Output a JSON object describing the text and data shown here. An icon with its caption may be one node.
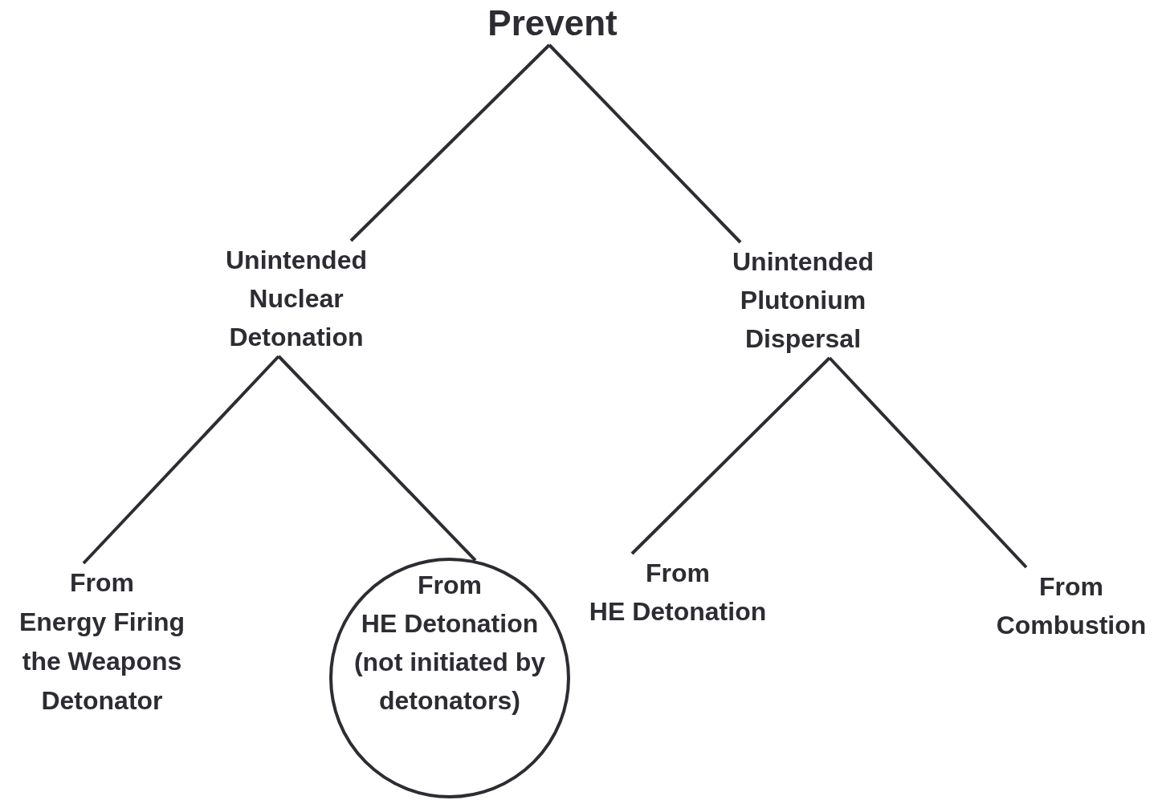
{
  "diagram": {
    "nodes": [
      {
        "text": [
          "Prevent"
        ]
      },
      {
        "text": [
          "Unintended Nuclear Detonation"
        ]
      },
      {
        "text": [
          "Unintended Plutonium Dispersal"
        ]
      },
      {
        "text": [
          "From",
          "Energy Firing the Weapons Detonator"
        ]
      },
      {
        "text": [
          "From",
          "HE Detonation (not initiated by detonators)"
        ]
      },
      {
        "text": [
          "From",
          "HE Detonation"
        ]
      },
      {
        "text": [
          "From",
          "Combustion"
        ]
      }
    ],
    "edges": [
      {
        "from": 0,
        "to": 1,
        "arrow": "none"
      },
      {
        "from": 0,
        "to": 2,
        "arrow": "none"
      },
      {
        "from": 1,
        "to": 3,
        "arrow": "none"
      },
      {
        "from": 1,
        "to": 4,
        "arrow": "none"
      },
      {
        "from": 2,
        "to": 5,
        "arrow": "none"
      },
      {
        "from": 2,
        "to": 6,
        "arrow": "none"
      }
    ]
  }
}
